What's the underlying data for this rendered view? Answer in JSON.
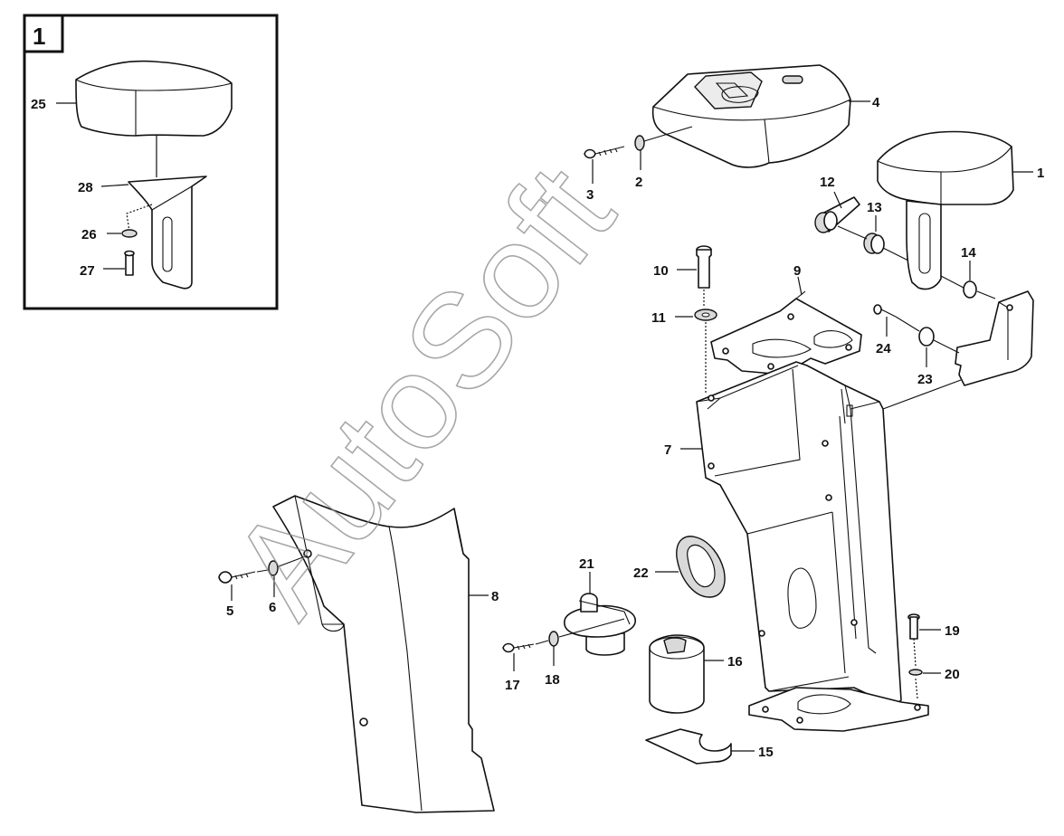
{
  "inset": {
    "number": "1"
  },
  "watermark": "AutoSoft",
  "callouts": [
    {
      "id": "c1",
      "text": "1"
    },
    {
      "id": "c2",
      "text": "2"
    },
    {
      "id": "c3",
      "text": "3"
    },
    {
      "id": "c4",
      "text": "4"
    },
    {
      "id": "c5",
      "text": "5"
    },
    {
      "id": "c6",
      "text": "6"
    },
    {
      "id": "c7",
      "text": "7"
    },
    {
      "id": "c8",
      "text": "8"
    },
    {
      "id": "c9",
      "text": "9"
    },
    {
      "id": "c10",
      "text": "10"
    },
    {
      "id": "c11",
      "text": "11"
    },
    {
      "id": "c12",
      "text": "12"
    },
    {
      "id": "c13",
      "text": "13"
    },
    {
      "id": "c14",
      "text": "14"
    },
    {
      "id": "c15",
      "text": "15"
    },
    {
      "id": "c16",
      "text": "16"
    },
    {
      "id": "c17",
      "text": "17"
    },
    {
      "id": "c18",
      "text": "18"
    },
    {
      "id": "c19",
      "text": "19"
    },
    {
      "id": "c20",
      "text": "20"
    },
    {
      "id": "c21",
      "text": "21"
    },
    {
      "id": "c22",
      "text": "22"
    },
    {
      "id": "c23",
      "text": "23"
    },
    {
      "id": "c24",
      "text": "24"
    },
    {
      "id": "c25",
      "text": "25"
    },
    {
      "id": "c26",
      "text": "26"
    },
    {
      "id": "c27",
      "text": "27"
    },
    {
      "id": "c28",
      "text": "28"
    }
  ]
}
